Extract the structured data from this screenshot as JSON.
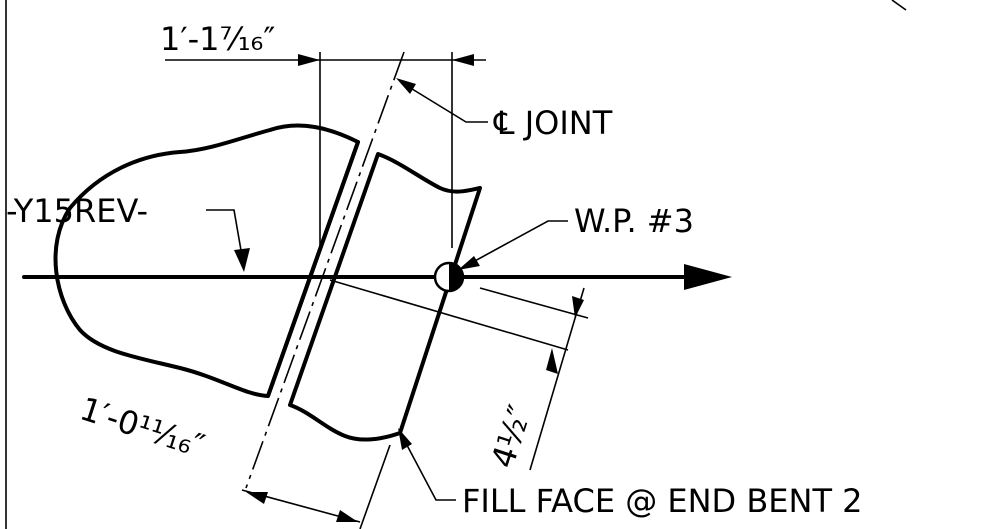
{
  "labels": {
    "dim_top": "1′-1⁷⁄₁₆″",
    "centerline_joint": "℄ JOINT",
    "member": "-Y15REV-",
    "work_point": "W.P. #3",
    "dim_bottom": "1′-0¹¹⁄₁₆″",
    "dim_offset": "4½″",
    "fill_face": "FILL FACE @ END BENT 2"
  },
  "colors": {
    "line": "#000000",
    "background": "#ffffff"
  }
}
